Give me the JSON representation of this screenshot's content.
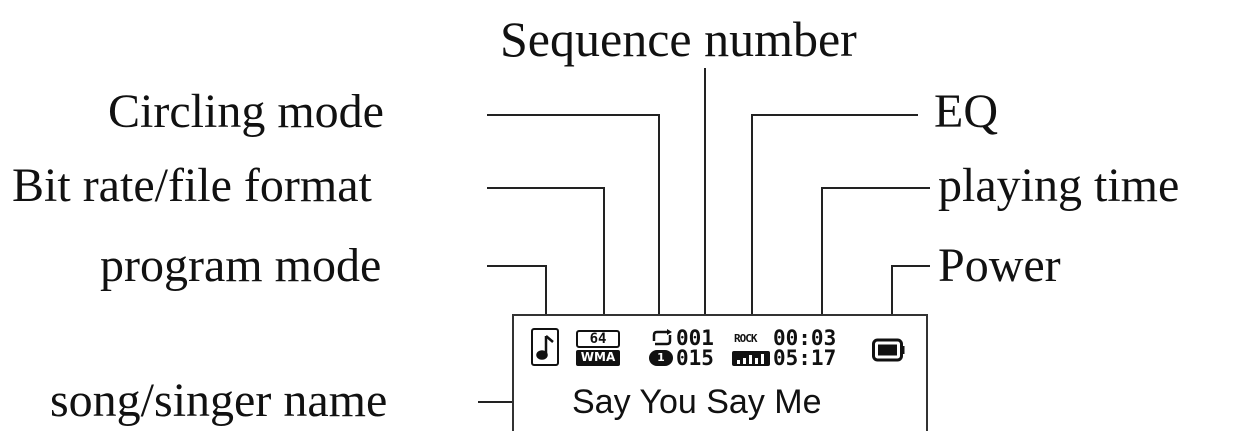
{
  "labels": {
    "sequence_number": "Sequence number",
    "circling_mode": "Circling mode",
    "eq": "EQ",
    "bit_rate_file_format": "Bit rate/file format",
    "playing_time": "playing time",
    "program_mode": "program mode",
    "power": "Power",
    "song_singer_name": "song/singer name"
  },
  "display": {
    "bit_rate": "64",
    "file_format": "WMA",
    "circling_indicator": "1",
    "sequence_current": "001",
    "sequence_total": "015",
    "eq_preset": "ROCK",
    "elapsed_time": "00:03",
    "total_time": "05:17",
    "song_title": "Say You Say Me"
  },
  "icons": [
    "music-note-icon",
    "repeat-icon",
    "eq-bars-icon",
    "battery-icon"
  ]
}
